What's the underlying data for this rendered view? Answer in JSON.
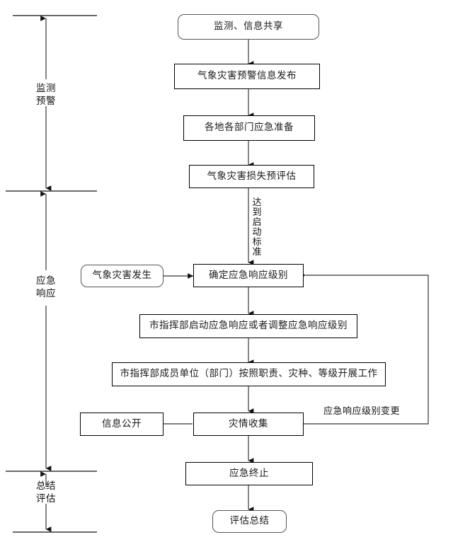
{
  "diagram": {
    "title_present": false,
    "colors": {
      "line": "#555555",
      "box_border": "#000000",
      "text": "#1a1a1a",
      "background": "#ffffff"
    },
    "phases": [
      {
        "id": "phase-monitoring",
        "label": "监测\n预警"
      },
      {
        "id": "phase-response",
        "label": "应急\n响应"
      },
      {
        "id": "phase-summary",
        "label": "总结\n评估"
      }
    ],
    "nodes": [
      {
        "id": "node-monitoring-sharing",
        "label": "监测、信息共享",
        "shape": "rounded"
      },
      {
        "id": "node-warning-release",
        "label": "气象灾害预警信息发布",
        "shape": "rect"
      },
      {
        "id": "node-department-prep",
        "label": "各地各部门应急准备",
        "shape": "rect"
      },
      {
        "id": "node-loss-preassessment",
        "label": "气象灾害损失预评估",
        "shape": "rect"
      },
      {
        "id": "node-disaster-occurs",
        "label": "气象灾害发生",
        "shape": "rounded"
      },
      {
        "id": "node-determine-level",
        "label": "确定应急响应级别",
        "shape": "rect"
      },
      {
        "id": "node-city-hq-activate",
        "label": "市指挥部启动应急响应或者调整应急响应级别",
        "shape": "rect"
      },
      {
        "id": "node-member-units-work",
        "label": "市指挥部成员单位（部门）按照职责、灾种、等级开展工作",
        "shape": "rect"
      },
      {
        "id": "node-info-disclosure",
        "label": "信息公开",
        "shape": "rect"
      },
      {
        "id": "node-disaster-collection",
        "label": "灾情收集",
        "shape": "rect"
      },
      {
        "id": "node-response-termination",
        "label": "应急终止",
        "shape": "rect"
      },
      {
        "id": "node-assessment-summary",
        "label": "评估总结",
        "shape": "rounded"
      }
    ],
    "edge_labels": [
      {
        "id": "edge-label-activation-standard",
        "label": "达到启动标准",
        "orientation": "vertical"
      },
      {
        "id": "edge-label-level-change",
        "label": "应急响应级别变更",
        "orientation": "horizontal"
      }
    ]
  }
}
